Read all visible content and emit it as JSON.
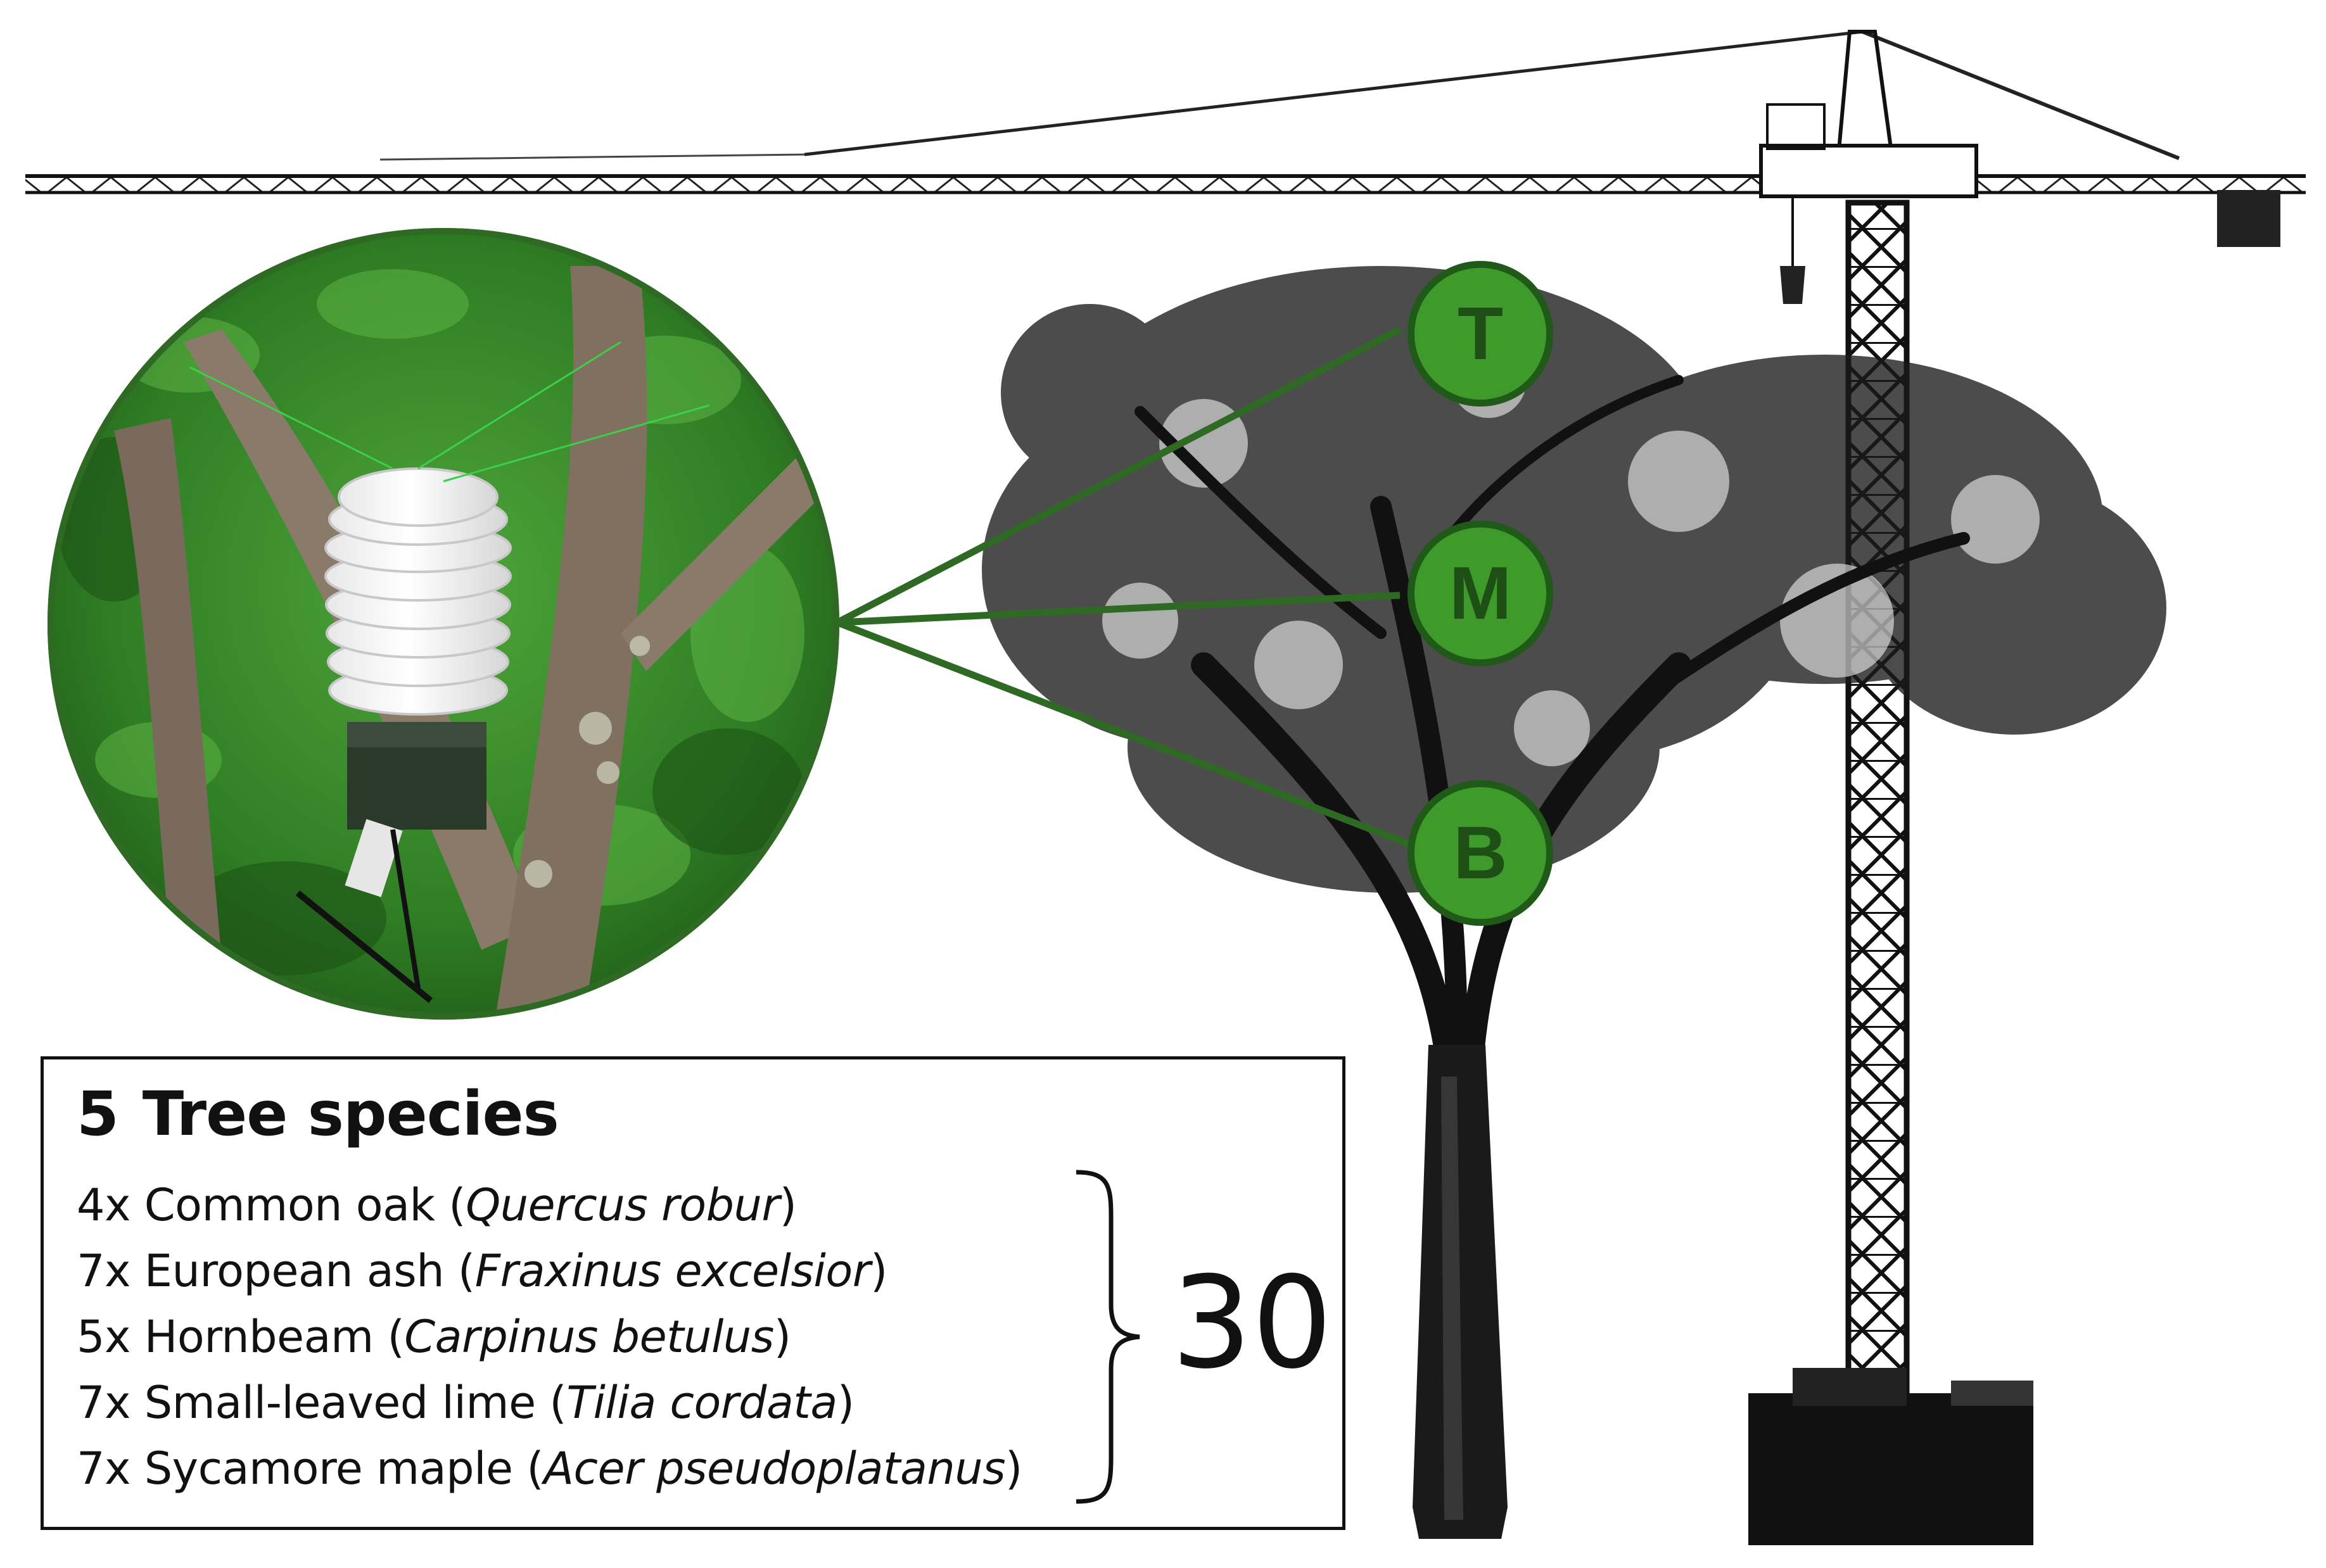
{
  "markers": [
    {
      "id": "T",
      "label": "T"
    },
    {
      "id": "M",
      "label": "M"
    },
    {
      "id": "B",
      "label": "B"
    }
  ],
  "species_box": {
    "count": "5",
    "title": "Tree species",
    "species": [
      {
        "count": "4x",
        "common": "Common oak",
        "latin": "Quercus robur"
      },
      {
        "count": "7x",
        "common": "European ash",
        "latin": "Fraxinus excelsior"
      },
      {
        "count": "5x",
        "common": "Hornbeam",
        "latin": "Carpinus betulus"
      },
      {
        "count": "7x",
        "common": "Small-leaved lime",
        "latin": "Tilia cordata"
      },
      {
        "count": "7x",
        "common": "Sycamore maple",
        "latin": "Acer pseudoplatanus"
      }
    ],
    "total": "30"
  },
  "colors": {
    "marker_fill": "#3f9a2c",
    "marker_border": "#1f5a18",
    "marker_text": "#1e5016",
    "connector": "#2f6a24",
    "foliage": "#3d8a2a",
    "pointcloud": "#111111"
  },
  "icons": [
    "weather-sensor-icon",
    "tower-crane-icon",
    "tree-pointcloud-icon"
  ]
}
